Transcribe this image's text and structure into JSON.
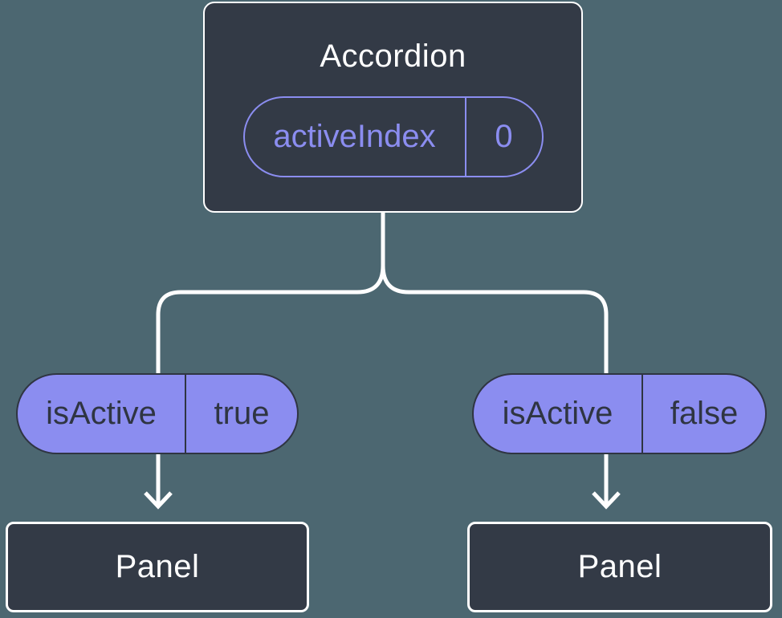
{
  "colors": {
    "background": "#4c6771",
    "node_fill": "#333a46",
    "node_text": "#ffffff",
    "pill_fill": "#8b8df0",
    "accent_purple": "#8b8df0",
    "ink_dark": "#2f3542",
    "line_white": "#ffffff"
  },
  "tree": {
    "root": {
      "label": "Accordion",
      "state": {
        "key": "activeIndex",
        "value": "0"
      }
    },
    "branches": [
      {
        "prop_key": "isActive",
        "prop_value": "true",
        "child_label": "Panel"
      },
      {
        "prop_key": "isActive",
        "prop_value": "false",
        "child_label": "Panel"
      }
    ]
  }
}
